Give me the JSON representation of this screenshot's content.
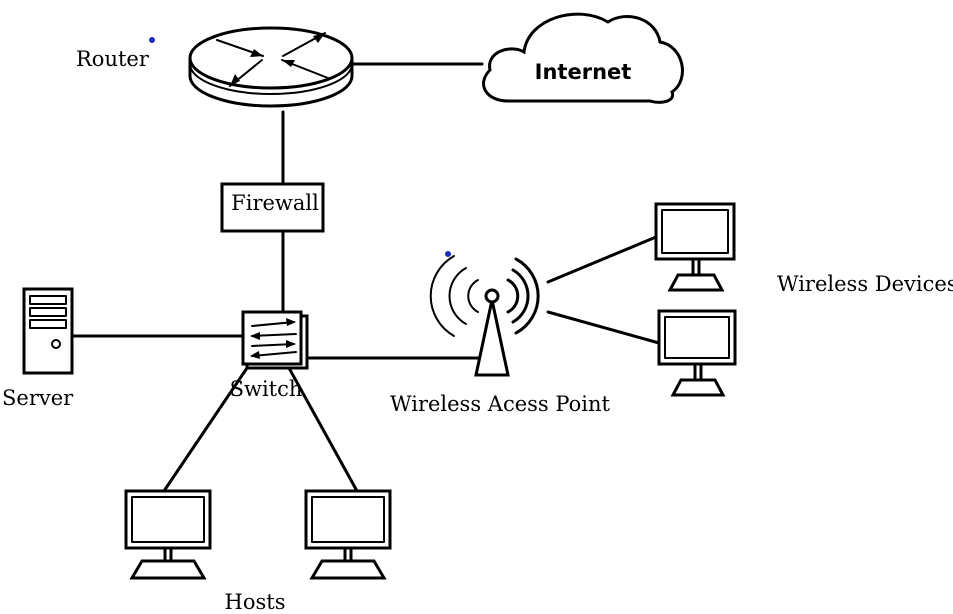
{
  "labels": {
    "router": "Router",
    "internet": "Internet",
    "firewall": "Firewall",
    "server": "Server",
    "switch": "Switch",
    "access_point": "Wireless Acess Point",
    "wireless_devices": "Wireless Devices",
    "hosts": "Hosts"
  },
  "colors": {
    "stroke": "#000000",
    "background": "#ffffff",
    "marker_dot": "#1a2fb8"
  },
  "icons": {
    "router": "router-icon",
    "cloud": "cloud-icon",
    "server": "server-tower-icon",
    "switch": "network-switch-icon",
    "antenna": "wireless-antenna-icon",
    "monitor": "monitor-icon"
  }
}
